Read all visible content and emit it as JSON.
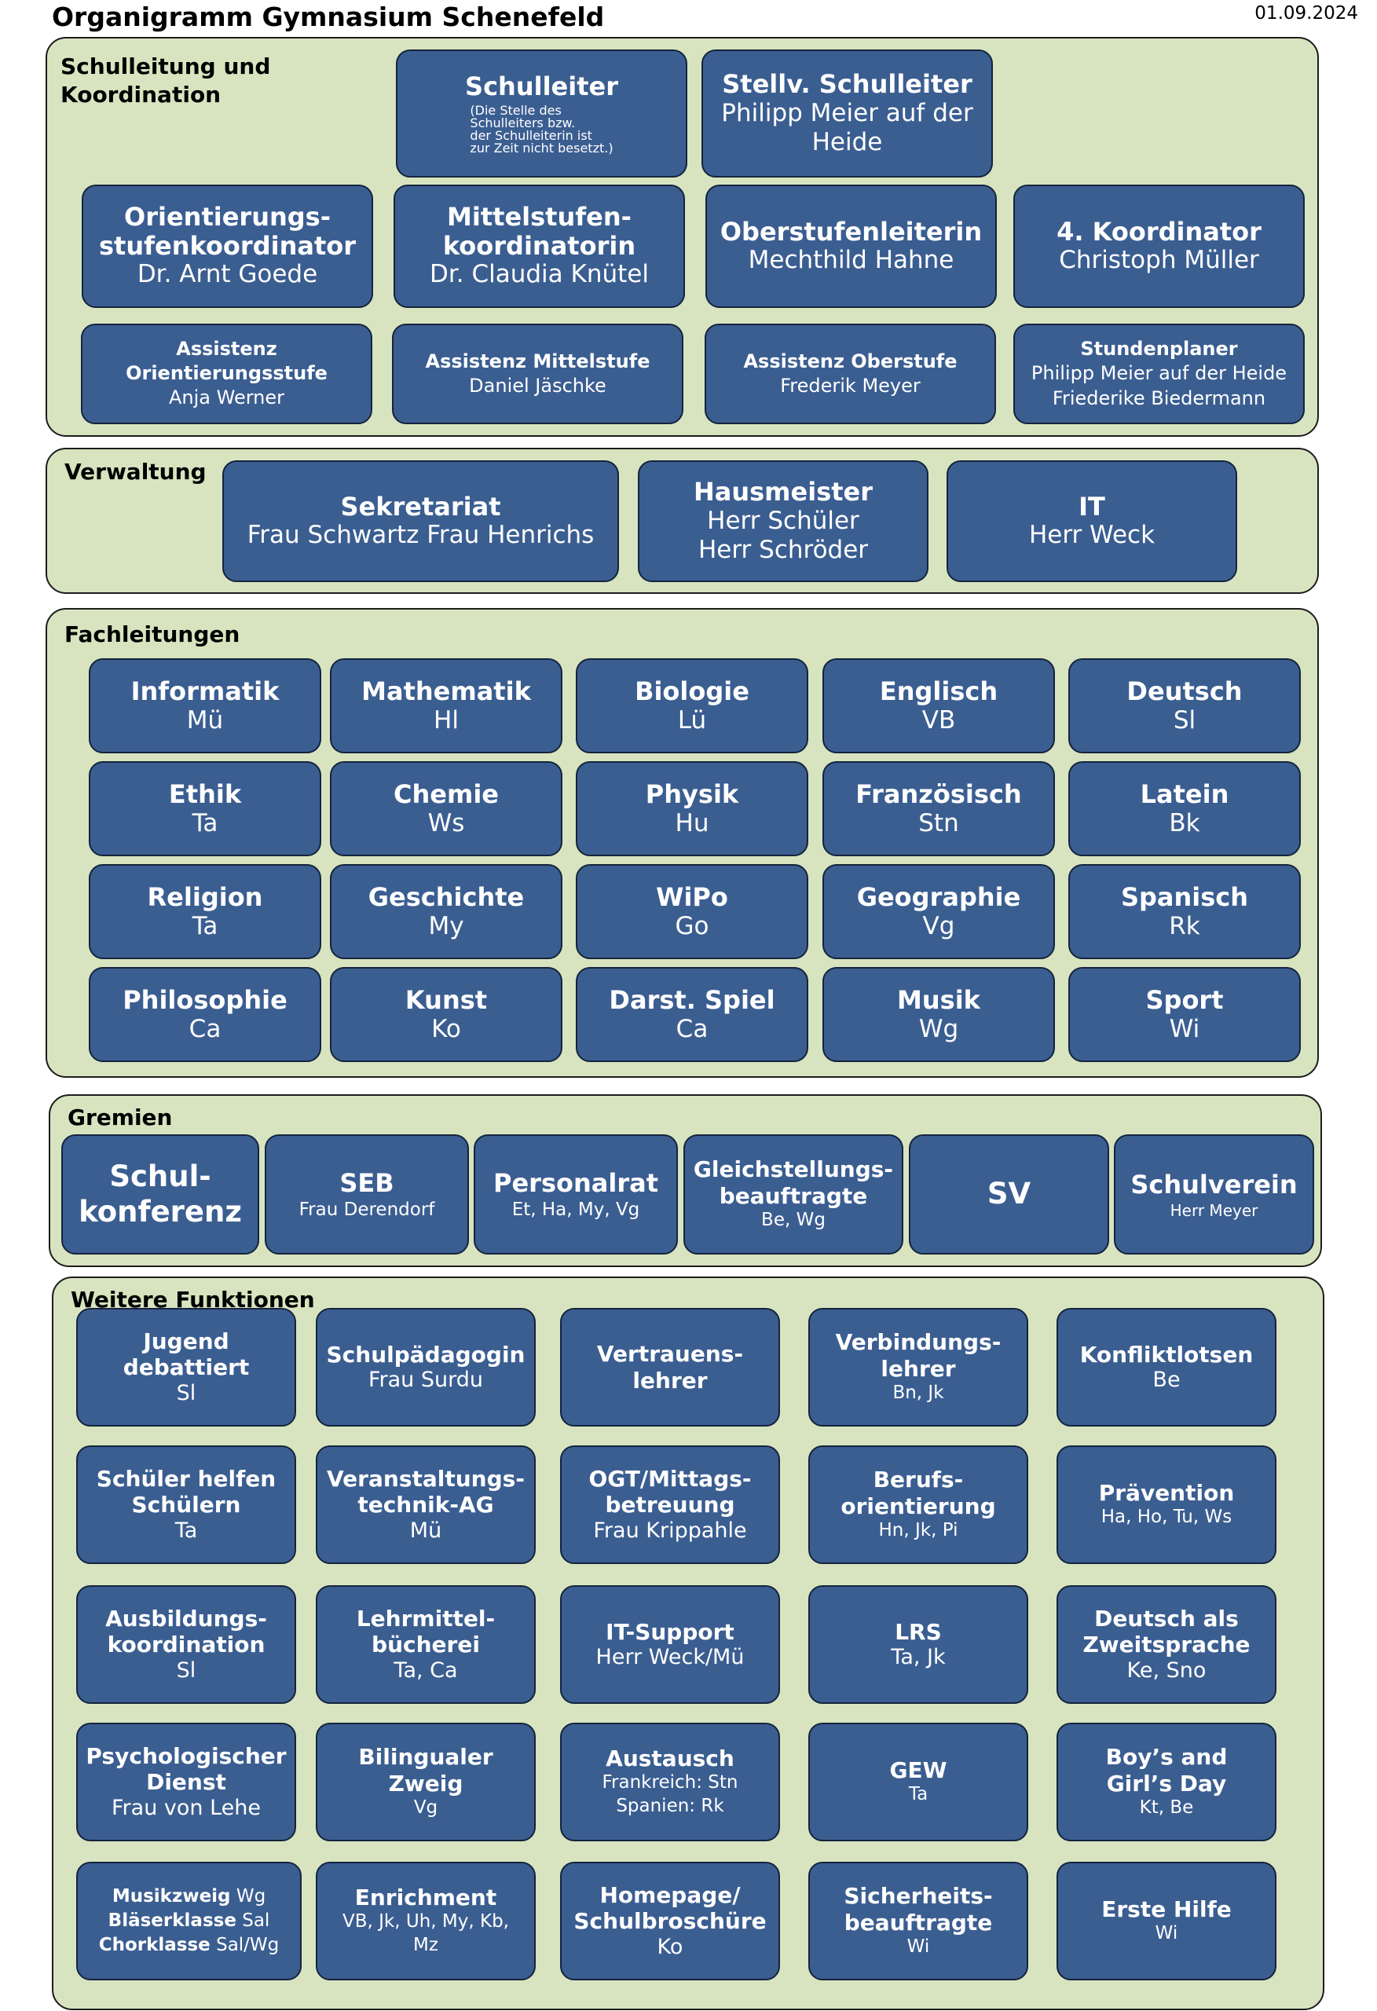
{
  "header": {
    "title": "Organigramm Gymnasium Schenefeld",
    "date": "01.09.2024"
  },
  "leitung": {
    "label": "Schulleitung und\nKoordination",
    "schulleiter": {
      "title": "Schulleiter",
      "note": "(Die Stelle des\nSchulleiters bzw.\nder Schulleiterin ist\nzur Zeit nicht besetzt.)"
    },
    "stellv": {
      "title": "Stellv. Schulleiter",
      "name": "Philipp Meier auf der\nHeide"
    },
    "koord": [
      {
        "title": "Orientierungs-\nstufenkoordinator",
        "name": "Dr. Arnt Goede"
      },
      {
        "title": "Mittelstufen-\nkoordinatorin",
        "name": "Dr. Claudia Knütel"
      },
      {
        "title": "Oberstufenleiterin",
        "name": "Mechthild Hahne"
      },
      {
        "title": "4. Koordinator",
        "name": "Christoph Müller"
      }
    ],
    "assist": [
      {
        "title": "Assistenz\nOrientierungsstufe",
        "name": "Anja Werner"
      },
      {
        "title": "Assistenz Mittelstufe",
        "name": "Daniel Jäschke"
      },
      {
        "title": "Assistenz Oberstufe",
        "name": "Frederik Meyer"
      },
      {
        "title": "Stundenplaner",
        "name": "Philipp Meier auf der Heide\nFriederike Biedermann"
      }
    ]
  },
  "verwaltung": {
    "label": "Verwaltung",
    "boxes": [
      {
        "title": "Sekretariat",
        "name": "Frau Schwartz   Frau Henrichs"
      },
      {
        "title": "Hausmeister",
        "name": "Herr Schüler\nHerr Schröder"
      },
      {
        "title": "IT",
        "name": "Herr Weck"
      }
    ]
  },
  "fach": {
    "label": "Fachleitungen",
    "items": [
      {
        "title": "Informatik",
        "name": "Mü"
      },
      {
        "title": "Mathematik",
        "name": "Hl"
      },
      {
        "title": "Biologie",
        "name": "Lü"
      },
      {
        "title": "Englisch",
        "name": "VB"
      },
      {
        "title": "Deutsch",
        "name": "Sl"
      },
      {
        "title": "Ethik",
        "name": "Ta"
      },
      {
        "title": "Chemie",
        "name": "Ws"
      },
      {
        "title": "Physik",
        "name": "Hu"
      },
      {
        "title": "Französisch",
        "name": "Stn"
      },
      {
        "title": "Latein",
        "name": "Bk"
      },
      {
        "title": "Religion",
        "name": "Ta"
      },
      {
        "title": "Geschichte",
        "name": "My"
      },
      {
        "title": "WiPo",
        "name": "Go"
      },
      {
        "title": "Geographie",
        "name": "Vg"
      },
      {
        "title": "Spanisch",
        "name": "Rk"
      },
      {
        "title": "Philosophie",
        "name": "Ca"
      },
      {
        "title": "Kunst",
        "name": "Ko"
      },
      {
        "title": "Darst. Spiel",
        "name": "Ca"
      },
      {
        "title": "Musik",
        "name": "Wg"
      },
      {
        "title": "Sport",
        "name": "Wi"
      }
    ]
  },
  "gremien": {
    "label": "Gremien",
    "items": [
      {
        "title": "Schul-\nkonferenz",
        "name": ""
      },
      {
        "title": "SEB",
        "name": "Frau Derendorf"
      },
      {
        "title": "Personalrat",
        "name": "Et, Ha, My, Vg"
      },
      {
        "title": "Gleichstellungs-\nbeauftragte",
        "name": "Be, Wg"
      },
      {
        "title": "SV",
        "name": ""
      },
      {
        "title": "Schulverein",
        "name": "Herr Meyer"
      }
    ]
  },
  "weitere": {
    "label": "Weitere Funktionen",
    "items": [
      {
        "title": "Jugend\ndebattiert",
        "name": "Sl"
      },
      {
        "title": "Schulpädagogin",
        "name": "Frau Surdu"
      },
      {
        "title": "Vertrauens-\nlehrer",
        "name": ""
      },
      {
        "title": "Verbindungs-\nlehrer",
        "name": "Bn, Jk"
      },
      {
        "title": "Konfliktlotsen",
        "name": "Be"
      },
      {
        "title": "Schüler helfen\nSchülern",
        "name": "Ta"
      },
      {
        "title": "Veranstaltungs-\ntechnik-AG",
        "name": "Mü"
      },
      {
        "title": "OGT/Mittags-\nbetreuung",
        "name": "Frau Krippahle"
      },
      {
        "title": "Berufs-\norientierung",
        "name": "Hn, Jk, Pi"
      },
      {
        "title": "Prävention",
        "name": "Ha, Ho, Tu, Ws"
      },
      {
        "title": "Ausbildungs-\nkoordination",
        "name": "Sl"
      },
      {
        "title": "Lehrmittel-\nbücherei",
        "name": "Ta, Ca"
      },
      {
        "title": "IT-Support",
        "name": "Herr Weck/Mü"
      },
      {
        "title": "LRS",
        "name": "Ta, Jk"
      },
      {
        "title": "Deutsch als\nZweitsprache",
        "name": "Ke, Sno"
      },
      {
        "title": "Psychologischer\nDienst",
        "name": "Frau von Lehe"
      },
      {
        "title": "Bilingualer Zweig",
        "name": "Vg"
      },
      {
        "title": "Austausch",
        "name": "Frankreich: Stn\nSpanien: Rk"
      },
      {
        "title": "GEW",
        "name": "Ta"
      },
      {
        "title": "Boy’s and\nGirl’s Day",
        "name": "Kt, Be"
      },
      {
        "title": "",
        "name": ""
      },
      {
        "title": "Enrichment",
        "name": "VB, Jk, Uh, My, Kb,\nMz"
      },
      {
        "title": "Homepage/\nSchulbroschüre",
        "name": "Ko"
      },
      {
        "title": "Sicherheits-\nbeauftragte",
        "name": "Wi"
      },
      {
        "title": "Erste Hilfe",
        "name": "Wi"
      }
    ],
    "musik": [
      {
        "bold": "Musikzweig",
        "rest": " Wg"
      },
      {
        "bold": "Bläserklasse",
        "rest": " Sal"
      },
      {
        "bold": "Chorklasse",
        "rest": " Sal/Wg"
      }
    ]
  }
}
